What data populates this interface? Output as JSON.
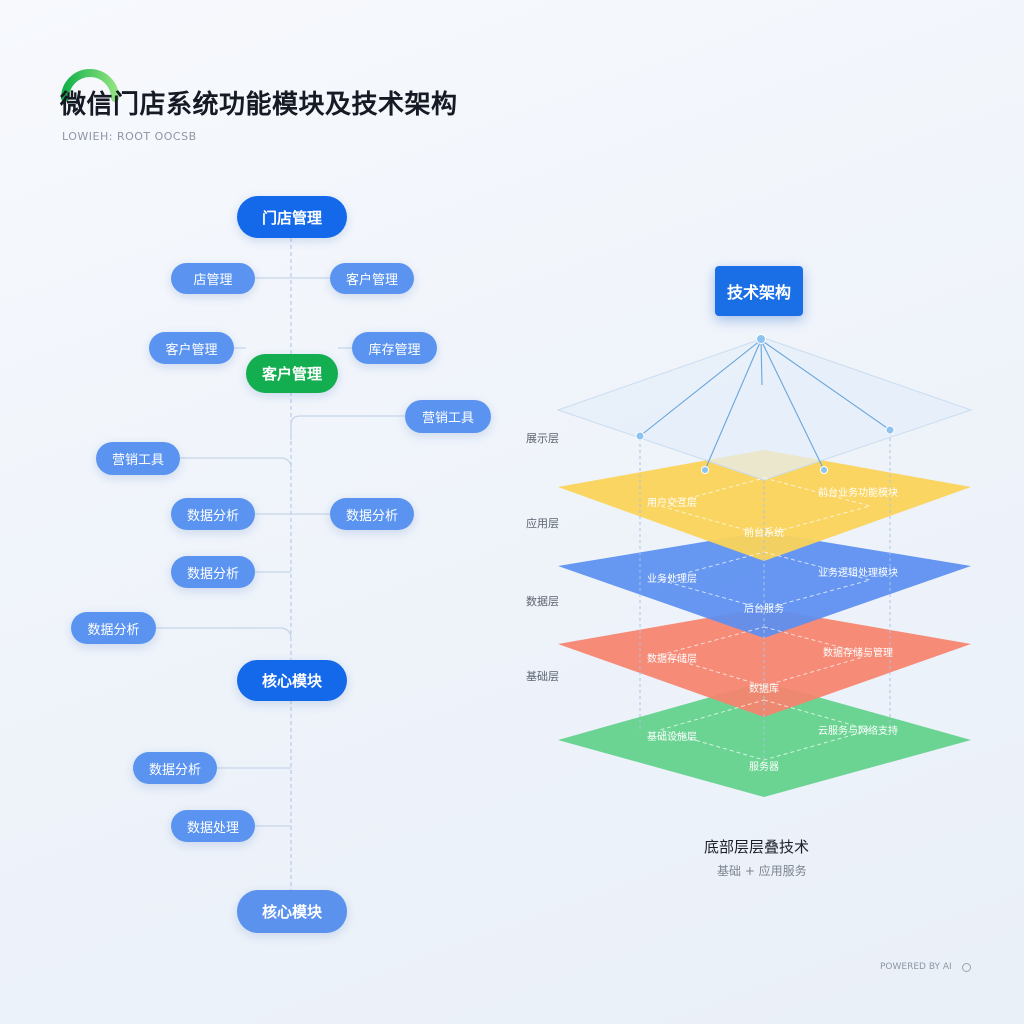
{
  "title": "微信门店系统功能模块及技术架构",
  "subtitle": "LOWIEH: ROOT OOCSB",
  "colors": {
    "primary_blue": "#1468ea",
    "secondary_blue": "#5b94f0",
    "green": "#13ae4f",
    "layer_yellow": "#fad35a",
    "layer_blue": "#5b8ff0",
    "layer_red": "#f6836e",
    "layer_green": "#5fd18a"
  },
  "tree": {
    "nodes": [
      {
        "label": "门店管理",
        "kind": "main"
      },
      {
        "label": "店管理",
        "kind": "sub"
      },
      {
        "label": "客户管理",
        "kind": "sub"
      },
      {
        "label": "客户管理",
        "kind": "sub"
      },
      {
        "label": "库存管理",
        "kind": "sub"
      },
      {
        "label": "客户管理",
        "kind": "green"
      },
      {
        "label": "营销工具",
        "kind": "sub"
      },
      {
        "label": "营销工具",
        "kind": "sub"
      },
      {
        "label": "数据分析",
        "kind": "sub"
      },
      {
        "label": "数据分析",
        "kind": "sub"
      },
      {
        "label": "数据分析",
        "kind": "sub"
      },
      {
        "label": "数据分析",
        "kind": "sub"
      },
      {
        "label": "核心模块",
        "kind": "main"
      },
      {
        "label": "数据分析",
        "kind": "sub"
      },
      {
        "label": "数据处理",
        "kind": "sub"
      },
      {
        "label": "核心模块",
        "kind": "light"
      }
    ]
  },
  "architecture": {
    "tag": "技术架构",
    "layers": [
      {
        "label": "展示层",
        "color": "#fad35a",
        "texts": [
          "用户交互层",
          "前台系统",
          "前台业务功能模块"
        ]
      },
      {
        "label": "应用层",
        "color": "#5b8ff0",
        "texts": [
          "业务处理层",
          "后台服务",
          "业务逻辑处理模块"
        ]
      },
      {
        "label": "数据层",
        "color": "#f6836e",
        "texts": [
          "数据存储层",
          "数据库",
          "数据存储与管理"
        ]
      },
      {
        "label": "基础层",
        "color": "#5fd18a",
        "texts": [
          "基础设施层",
          "服务器",
          "云服务与网络支持"
        ]
      }
    ],
    "bottom_title": "底部层层叠技术",
    "bottom_subtitle": "基础 + 应用服务"
  },
  "footer": {
    "text": "POWERED BY AI"
  }
}
